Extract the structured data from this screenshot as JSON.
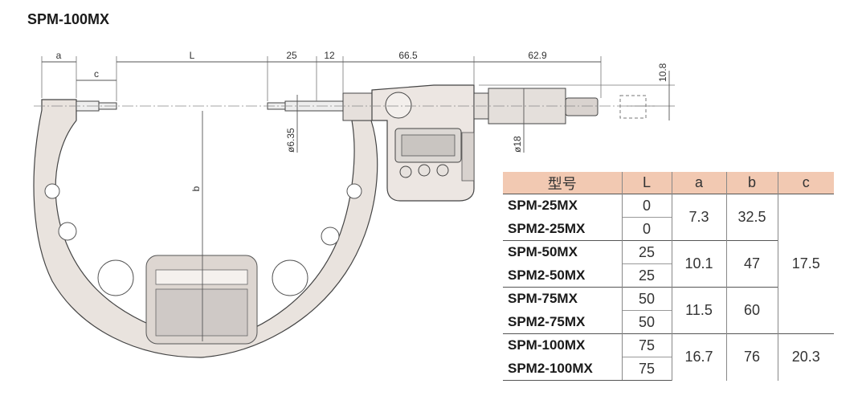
{
  "title": "SPM-100MX",
  "dimensions": {
    "a": "a",
    "c": "c",
    "L": "L",
    "d25": "25",
    "d12": "12",
    "d66_5": "66.5",
    "d62_9": "62.9",
    "d10_8": "10.8",
    "b": "b",
    "phi6_35": "ø6.35",
    "phi18": "ø18"
  },
  "table": {
    "headers": [
      "型号",
      "L",
      "a",
      "b",
      "c"
    ],
    "rows": [
      {
        "model": "SPM-25MX",
        "L": "0"
      },
      {
        "model": "SPM2-25MX",
        "L": "0"
      },
      {
        "model": "SPM-50MX",
        "L": "25"
      },
      {
        "model": "SPM2-50MX",
        "L": "25"
      },
      {
        "model": "SPM-75MX",
        "L": "50"
      },
      {
        "model": "SPM2-75MX",
        "L": "50"
      },
      {
        "model": "SPM-100MX",
        "L": "75"
      },
      {
        "model": "SPM2-100MX",
        "L": "75"
      }
    ],
    "a_values": [
      "7.3",
      "10.1",
      "11.5",
      "16.7"
    ],
    "b_values": [
      "32.5",
      "47",
      "60",
      "76"
    ],
    "c_values": [
      "17.5",
      "20.3"
    ]
  }
}
